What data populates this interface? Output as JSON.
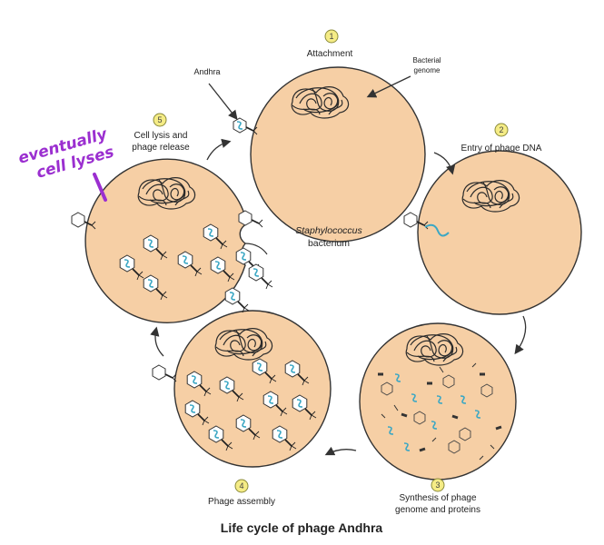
{
  "figure": {
    "title": "Life cycle of phage Andhra",
    "host_label_line1": "Staphylococcus",
    "host_label_line2": "bacterium",
    "pointer_phage": "Andhra",
    "pointer_genome_line1": "Bacterial",
    "pointer_genome_line2": "genome",
    "handwritten_line1": "eventually",
    "handwritten_line2": "cell lyses",
    "colors": {
      "cell_fill": "#F6CFA5",
      "phage_dna": "#3BA7C4",
      "handwriting": "#9B2FD0",
      "step_badge": "#F5EC86"
    }
  },
  "steps": [
    {
      "number": "1",
      "label_line1": "Attachment",
      "label_line2": ""
    },
    {
      "number": "2",
      "label_line1": "Entry of phage DNA",
      "label_line2": ""
    },
    {
      "number": "3",
      "label_line1": "Synthesis of phage",
      "label_line2": "genome and proteins"
    },
    {
      "number": "4",
      "label_line1": "Phage assembly",
      "label_line2": ""
    },
    {
      "number": "5",
      "label_line1": "Cell lysis and",
      "label_line2": "phage release"
    }
  ]
}
